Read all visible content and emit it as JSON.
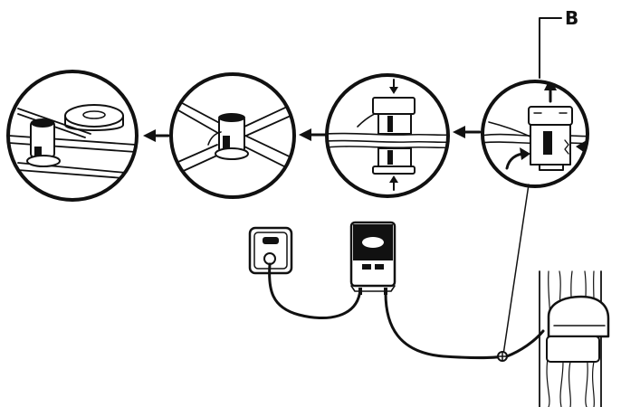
{
  "diagram": {
    "callout_label": "B",
    "colors": {
      "ink": "#111111",
      "paper": "#ffffff"
    },
    "steps": [
      {
        "id": "step-1",
        "icon": "connector-closing-icon"
      },
      {
        "id": "step-2",
        "icon": "connector-pressing-icon"
      },
      {
        "id": "step-3",
        "icon": "connector-wired-icon"
      },
      {
        "id": "step-4",
        "icon": "connector-tape-icon"
      }
    ],
    "devices": [
      "wall-socket-icon",
      "fence-energizer-icon",
      "fence-post-icon",
      "cable-junction-icon"
    ]
  }
}
